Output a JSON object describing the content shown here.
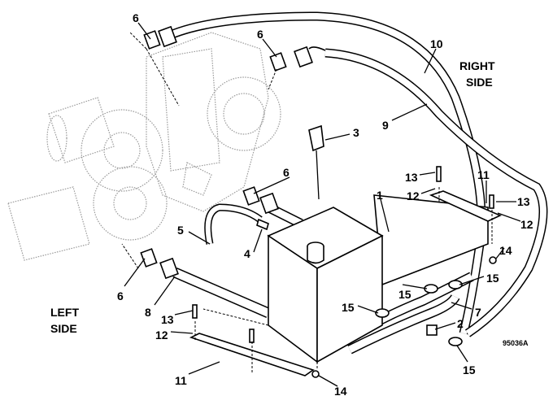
{
  "figure_code": "95036A",
  "side_labels": {
    "right": [
      "RIGHT",
      "SIDE"
    ],
    "left": [
      "LEFT",
      "SIDE"
    ]
  },
  "callouts": [
    "6",
    "6",
    "6",
    "6",
    "10",
    "9",
    "3",
    "13",
    "12",
    "11",
    "13",
    "12",
    "14",
    "1",
    "5",
    "4",
    "8",
    "13",
    "12",
    "15",
    "15",
    "15",
    "7",
    "2",
    "15",
    "11",
    "14"
  ]
}
